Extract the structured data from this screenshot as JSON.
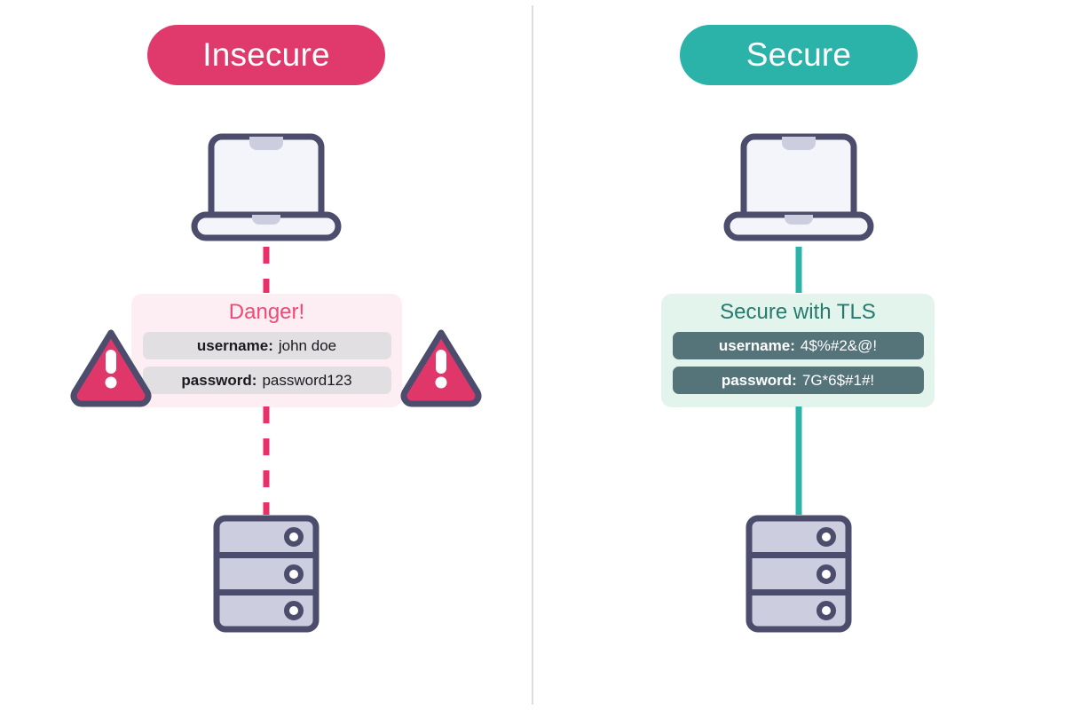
{
  "diagram": {
    "title_insecure": "Insecure",
    "title_secure": "Secure"
  },
  "colors": {
    "crimson": "#e03a6d",
    "crimson_line": "#e8306a",
    "teal": "#2bb3aa",
    "teal_dark": "#277a6e",
    "navy": "#4c4c6d",
    "lavender": "#cdcde0",
    "panel_pink": "#fdeef3",
    "panel_green": "#e2f4ec",
    "pill_gray": "#e2dfe3",
    "pill_slate": "#55747a",
    "divider": "#dddddd"
  },
  "left": {
    "badge_label": "Insecure",
    "panel_title": "Danger!",
    "credentials": [
      {
        "key": "username:",
        "value": "john doe"
      },
      {
        "key": "password:",
        "value": "password123"
      }
    ],
    "icons": {
      "laptop": "laptop-icon",
      "warning_left": "warning-triangle-icon",
      "warning_right": "warning-triangle-icon",
      "server": "server-rack-icon"
    },
    "connector_style": "dashed"
  },
  "right": {
    "badge_label": "Secure",
    "panel_title": "Secure with TLS",
    "credentials": [
      {
        "key": "username:",
        "value": "4$%#2&@!"
      },
      {
        "key": "password:",
        "value": "7G*6$#1#!"
      }
    ],
    "icons": {
      "laptop": "laptop-icon",
      "shield": "shield-icon",
      "lock": "padlock-icon",
      "server": "server-rack-icon"
    },
    "connector_style": "solid"
  }
}
